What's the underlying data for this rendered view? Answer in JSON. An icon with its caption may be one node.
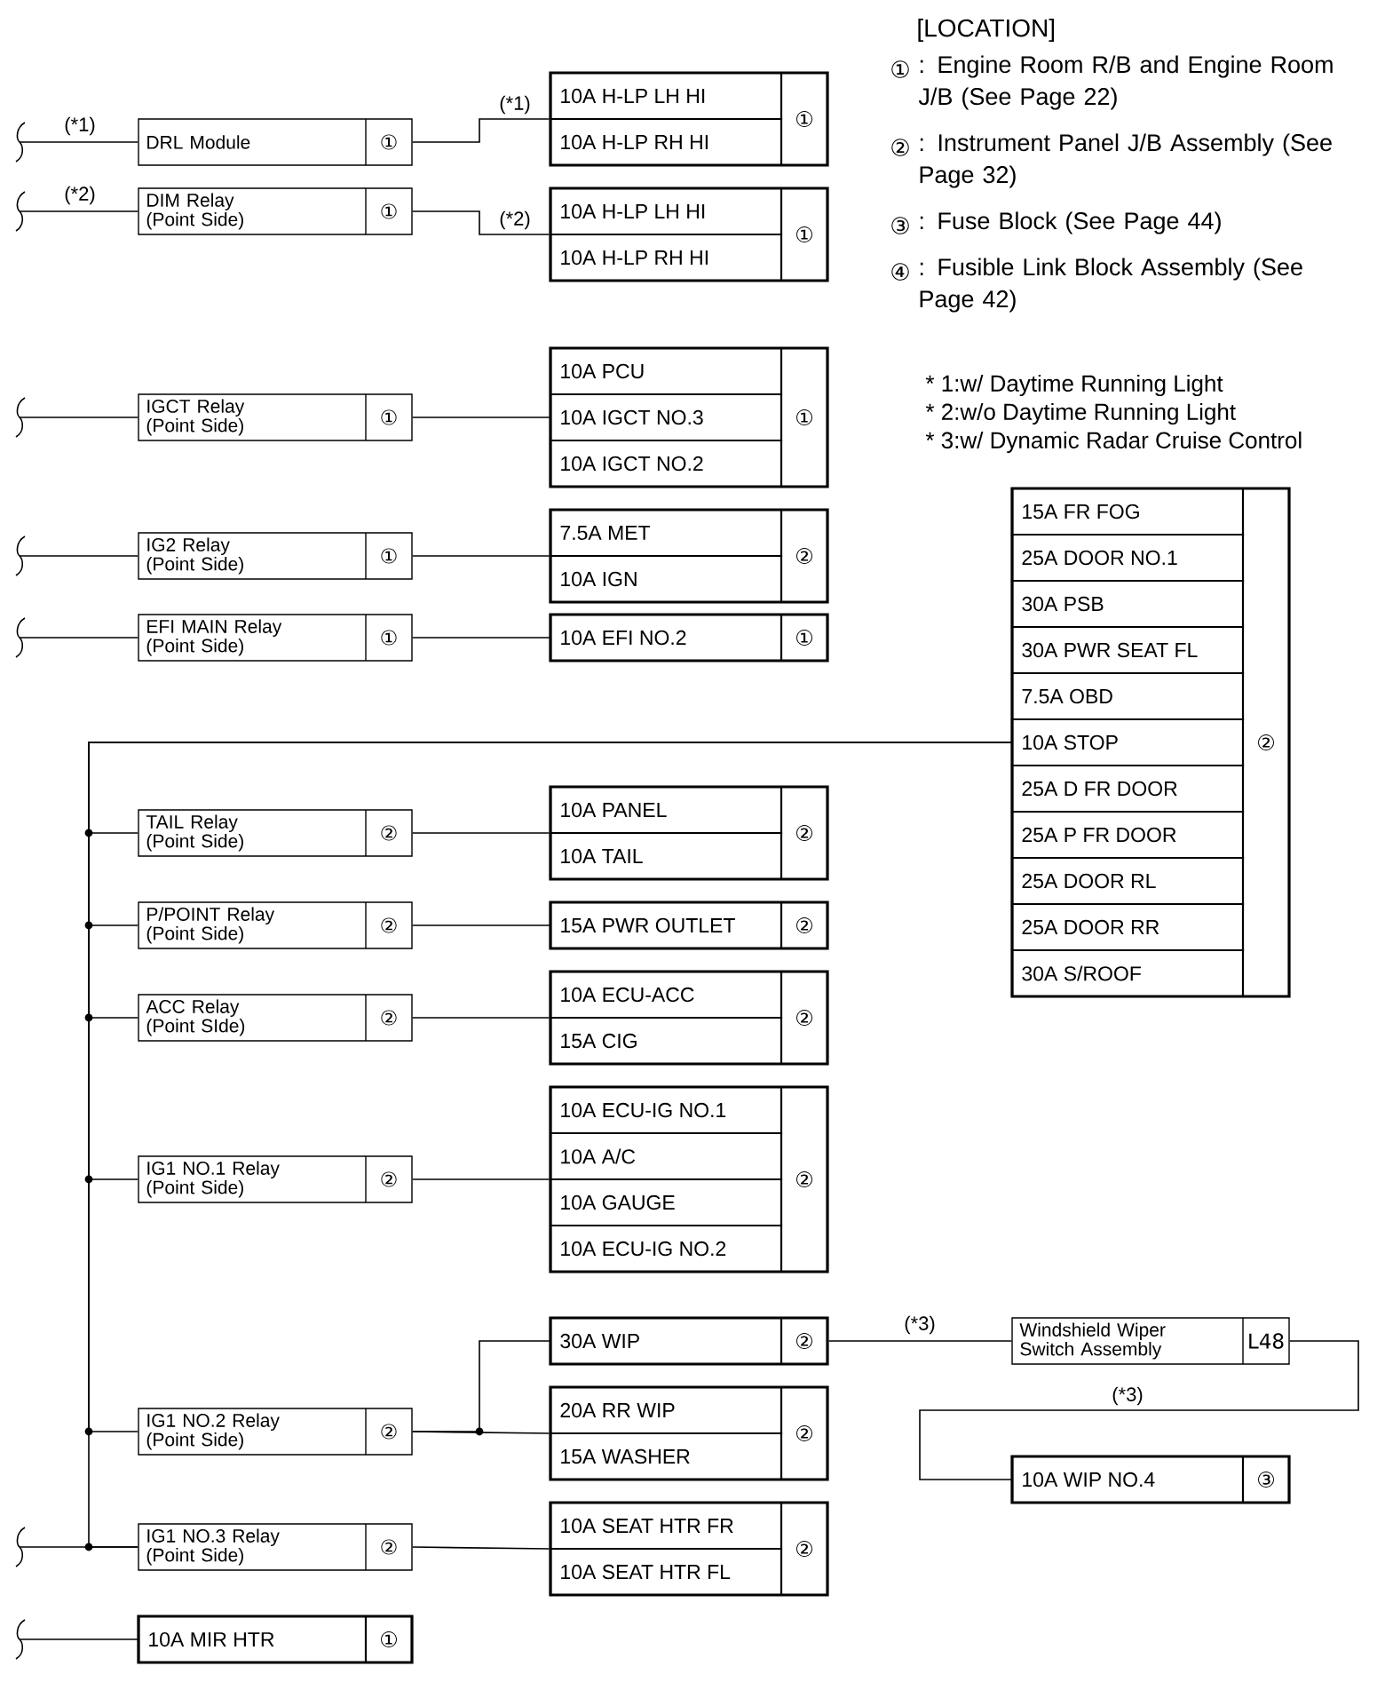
{
  "diagram": {
    "nodes": [
      {
        "text": [
          "DRL Module",
          "①"
        ]
      },
      {
        "text": [
          "①"
        ]
      },
      {
        "text": [
          "10A H-LP LH HI"
        ],
        "in": 1
      },
      {
        "text": [
          "10A H-LP RH HI"
        ],
        "in": 1
      },
      {
        "text": [
          "DIM Relay (Point Side)",
          "①"
        ]
      },
      {
        "text": [
          "①"
        ]
      },
      {
        "text": [
          "10A H-LP LH HI"
        ],
        "in": 5
      },
      {
        "text": [
          "10A H-LP RH HI"
        ],
        "in": 5
      },
      {
        "text": [
          "IGCT Relay (Point Side)",
          "①"
        ]
      },
      {
        "text": [
          "①"
        ]
      },
      {
        "text": [
          "10A PCU"
        ],
        "in": 9
      },
      {
        "text": [
          "10A IGCT NO.3"
        ],
        "in": 9
      },
      {
        "text": [
          "10A IGCT NO.2"
        ],
        "in": 9
      },
      {
        "text": [
          "IG2 Relay (Point Side)",
          "①"
        ]
      },
      {
        "text": [
          "②"
        ]
      },
      {
        "text": [
          "7.5A MET"
        ],
        "in": 14
      },
      {
        "text": [
          "10A IGN"
        ],
        "in": 14
      },
      {
        "text": [
          "EFI MAIN Relay (Point Side)",
          "①"
        ]
      },
      {
        "text": [
          "①"
        ]
      },
      {
        "text": [
          "10A EFI NO.2"
        ],
        "in": 18
      },
      {
        "text": [
          "②"
        ]
      },
      {
        "text": [
          "15A FR FOG"
        ],
        "in": 20
      },
      {
        "text": [
          "25A DOOR NO.1"
        ],
        "in": 20
      },
      {
        "text": [
          "30A PSB"
        ],
        "in": 20
      },
      {
        "text": [
          "30A PWR SEAT FL"
        ],
        "in": 20
      },
      {
        "text": [
          "7.5A OBD"
        ],
        "in": 20
      },
      {
        "text": [
          "10A STOP"
        ],
        "in": 20
      },
      {
        "text": [
          "25A D FR DOOR"
        ],
        "in": 20
      },
      {
        "text": [
          "25A P FR DOOR"
        ],
        "in": 20
      },
      {
        "text": [
          "25A DOOR RL"
        ],
        "in": 20
      },
      {
        "text": [
          "25A DOOR RR"
        ],
        "in": 20
      },
      {
        "text": [
          "30A S/ROOF"
        ],
        "in": 20
      },
      {
        "text": [
          "TAIL Relay (Point Side)",
          "②"
        ]
      },
      {
        "text": [
          "②"
        ]
      },
      {
        "text": [
          "10A PANEL"
        ],
        "in": 33
      },
      {
        "text": [
          "10A TAIL"
        ],
        "in": 33
      },
      {
        "text": [
          "P/POINT Relay (Point Side)",
          "②"
        ]
      },
      {
        "text": [
          "②"
        ]
      },
      {
        "text": [
          "15A PWR OUTLET"
        ],
        "in": 37
      },
      {
        "text": [
          "ACC Relay (Point SIde)",
          "②"
        ]
      },
      {
        "text": [
          "②"
        ]
      },
      {
        "text": [
          "10A ECU-ACC"
        ],
        "in": 40
      },
      {
        "text": [
          "15A CIG"
        ],
        "in": 40
      },
      {
        "text": [
          "IG1 NO.1 Relay (Point Side)",
          "②"
        ]
      },
      {
        "text": [
          "②"
        ]
      },
      {
        "text": [
          "10A ECU-IG NO.1"
        ],
        "in": 44
      },
      {
        "text": [
          "10A A/C"
        ],
        "in": 44
      },
      {
        "text": [
          "10A GAUGE"
        ],
        "in": 44
      },
      {
        "text": [
          "10A ECU-IG NO.2"
        ],
        "in": 44
      },
      {
        "text": [
          "②"
        ]
      },
      {
        "text": [
          "30A WIP"
        ],
        "in": 49
      },
      {
        "text": [
          "Windshield Wiper Switch Assembly",
          "L48"
        ]
      },
      {
        "text": [
          "IG1 NO.2 Relay (Point Side)",
          "②"
        ]
      },
      {
        "text": [
          "②"
        ]
      },
      {
        "text": [
          "20A RR WIP"
        ],
        "in": 53
      },
      {
        "text": [
          "15A WASHER"
        ],
        "in": 53
      },
      {
        "text": [
          "③"
        ]
      },
      {
        "text": [
          "10A WIP NO.4"
        ],
        "in": 56
      },
      {
        "text": [
          "IG1 NO.3 Relay (Point Side)",
          "②"
        ]
      },
      {
        "text": [
          "②"
        ]
      },
      {
        "text": [
          "10A SEAT HTR FR"
        ],
        "in": 59
      },
      {
        "text": [
          "10A SEAT HTR FL"
        ],
        "in": 59
      },
      {
        "text": [
          "①"
        ]
      },
      {
        "text": [
          "10A MIR HTR"
        ],
        "in": 62
      }
    ],
    "edges": [
      {
        "from": null,
        "to": 0,
        "arrow": "none",
        "label": "(*1)"
      },
      {
        "from": 0,
        "to": 1,
        "arrow": "none",
        "label": "(*1)"
      },
      {
        "from": null,
        "to": 4,
        "arrow": "none",
        "label": "(*2)"
      },
      {
        "from": 4,
        "to": 5,
        "arrow": "none",
        "label": "(*2)"
      },
      {
        "from": null,
        "to": 8,
        "arrow": "none"
      },
      {
        "from": 8,
        "to": 11,
        "arrow": "none"
      },
      {
        "from": null,
        "to": 13,
        "arrow": "none"
      },
      {
        "from": 13,
        "to": 14,
        "arrow": "none"
      },
      {
        "from": null,
        "to": 17,
        "arrow": "none"
      },
      {
        "from": 17,
        "to": 19,
        "arrow": "none"
      },
      {
        "from": 26,
        "to": 32,
        "arrow": "none"
      },
      {
        "from": 26,
        "to": 36,
        "arrow": "none"
      },
      {
        "from": 26,
        "to": 39,
        "arrow": "none"
      },
      {
        "from": 26,
        "to": 43,
        "arrow": "none"
      },
      {
        "from": 26,
        "to": 52,
        "arrow": "none"
      },
      {
        "from": 26,
        "to": 58,
        "arrow": "none"
      },
      {
        "from": 32,
        "to": 33,
        "arrow": "none"
      },
      {
        "from": 36,
        "to": 38,
        "arrow": "none"
      },
      {
        "from": 39,
        "to": 40,
        "arrow": "none"
      },
      {
        "from": 43,
        "to": 44,
        "arrow": "none"
      },
      {
        "from": 52,
        "to": 50,
        "arrow": "none"
      },
      {
        "from": 52,
        "to": 53,
        "arrow": "none"
      },
      {
        "from": 49,
        "to": 51,
        "arrow": "none",
        "label": "(*3)"
      },
      {
        "from": 51,
        "to": 57,
        "arrow": "none",
        "label": "(*3)"
      },
      {
        "from": null,
        "to": 58,
        "arrow": "none"
      },
      {
        "from": 58,
        "to": 59,
        "arrow": "none"
      },
      {
        "from": null,
        "to": 63,
        "arrow": "none"
      }
    ],
    "labels": [
      "[LOCATION]",
      "①",
      ": Engine Room R/B and Engine Room J/B (See Page 22)",
      "②",
      ": Instrument Panel J/B Assembly (See Page 32)",
      "③",
      ": Fuse Block (See Page 44)",
      "④",
      ": Fusible Link Block Assembly (See Page 42)",
      "* 1:w/ Daytime Running Light",
      "* 2:w/o Daytime Running Light",
      "* 3:w/ Dynamic Radar Cruise Control"
    ]
  }
}
